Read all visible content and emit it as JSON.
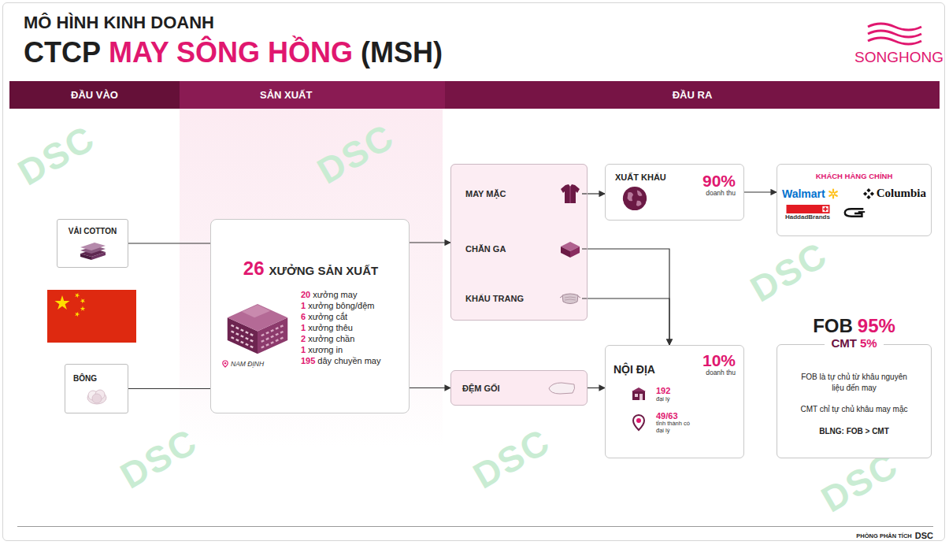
{
  "diagram": {
    "title": "MÔ HÌNH KINH DOANH",
    "nodes": [
      {
        "text": [
          "ĐẦU VÀO"
        ]
      },
      {
        "text": [
          "SẢN XUẤT"
        ]
      },
      {
        "text": [
          "ĐẦU RA"
        ]
      },
      {
        "text": [
          "VẢI COTTON"
        ]
      },
      {
        "text": [
          "BÔNG"
        ]
      },
      {
        "text": [
          "26",
          "XƯỞNG SẢN XUẤT",
          "20",
          "xưởng may",
          "1",
          "xưởng bông/đệm",
          "6",
          "xưởng cắt",
          "1",
          "xưởng thêu",
          "2",
          "xưởng chần",
          "1",
          "xương in",
          "195",
          "dây chuyền may",
          "NAM ĐỊNH"
        ]
      },
      {
        "text": []
      },
      {
        "text": [
          "MAY MẶC"
        ],
        "in": 6
      },
      {
        "text": [
          "CHĂN GA"
        ],
        "in": 6
      },
      {
        "text": [
          "KHẨU TRANG"
        ],
        "in": 6
      },
      {
        "text": [
          "ĐỆM GỐI"
        ]
      },
      {
        "text": [
          "XUẤT KHẨU",
          "90%",
          "doanh thu"
        ]
      },
      {
        "text": [
          "KHÁCH HÀNG CHÍNH",
          "Walmart",
          "Columbia",
          "HaddadBrands"
        ]
      },
      {
        "text": [
          "NỘI ĐỊA",
          "10%",
          "doanh thu",
          "192",
          "đại lý",
          "49/63",
          "tỉnh thành có đại lý"
        ]
      },
      {
        "text": [
          "FOB",
          "95%",
          "CMT",
          "5%",
          "FOB là tự chủ từ khâu nguyên liệu đến may",
          "CMT chỉ tự chủ khâu may mặc",
          "BLNG: FOB > CMT"
        ]
      }
    ],
    "edges": [
      {
        "from": 3,
        "to": 5,
        "arrow": "none"
      },
      {
        "from": 4,
        "to": 5,
        "arrow": "none"
      },
      {
        "from": 5,
        "to": 6,
        "arrow": "to"
      },
      {
        "from": 5,
        "to": 10,
        "arrow": "to"
      },
      {
        "from": 7,
        "to": 11,
        "arrow": "to"
      },
      {
        "from": 11,
        "to": 12,
        "arrow": "to"
      },
      {
        "from": 8,
        "to": 13,
        "arrow": "to"
      },
      {
        "from": 9,
        "to": 13,
        "arrow": "to"
      },
      {
        "from": 10,
        "to": 13,
        "arrow": "to"
      }
    ],
    "labels": [
      "CTCP",
      "MAY SÔNG HỒNG",
      "(MSH)",
      "SONGHONG",
      "PHÒNG PHÂN TÍCH",
      "DSC",
      "DSC",
      "DSC",
      "DSC",
      "DSC",
      "DSC",
      "DSC"
    ]
  }
}
